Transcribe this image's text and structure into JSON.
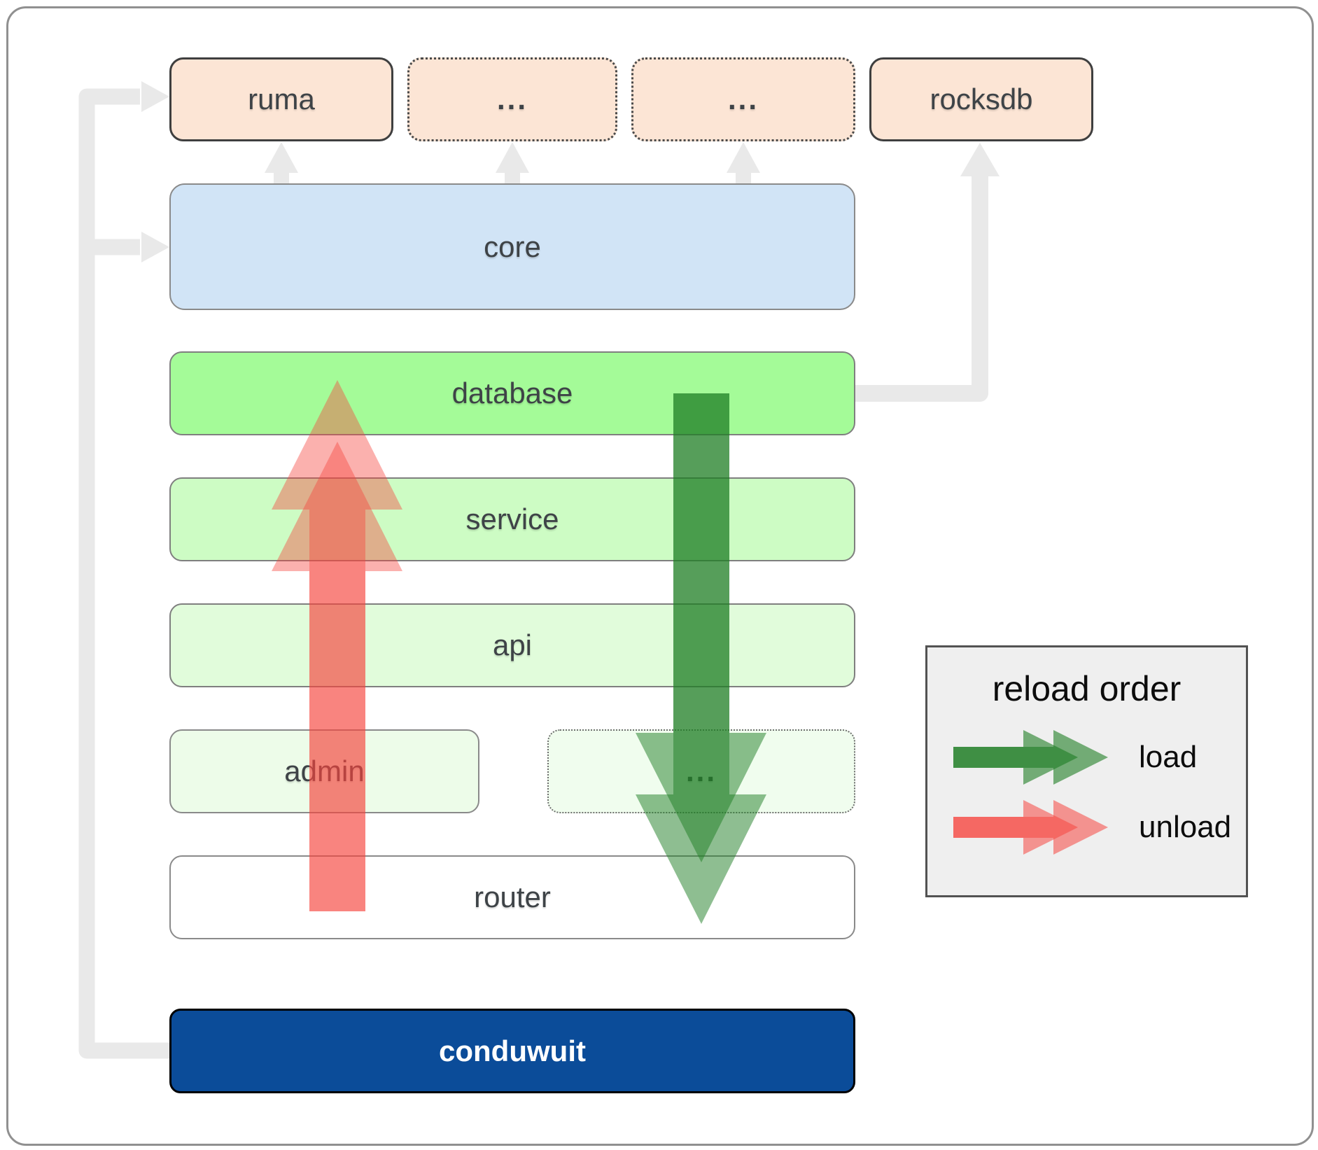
{
  "diagram": {
    "top_row": {
      "ruma": "ruma",
      "more_left": "...",
      "more_right": "...",
      "rocksdb": "rocksdb"
    },
    "layers": {
      "core": "core",
      "database": "database",
      "service": "service",
      "api": "api",
      "admin": "admin",
      "admin_more": "...",
      "router": "router",
      "app": "conduwuit"
    },
    "legend": {
      "title": "reload order",
      "load": "load",
      "unload": "unload"
    },
    "colors": {
      "dependency_peach": "#fce5d5",
      "core_blue": "#d1e4f6",
      "database_green": "#a4fb98",
      "service_green": "#cdfcc4",
      "api_green": "#e1fcdb",
      "admin_green": "#edfce9",
      "conduwuit_navy": "#0b4c99",
      "load_arrow_green": "#1e7d23",
      "unload_arrow_red": "#f6463f",
      "connector_gray": "#e9e9e9"
    }
  }
}
